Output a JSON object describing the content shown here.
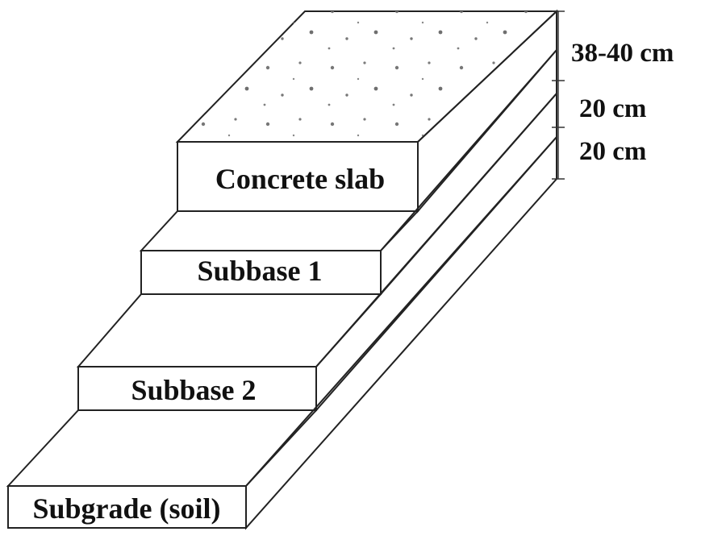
{
  "layers": {
    "concrete_slab": "Concrete slab",
    "subbase_1": "Subbase 1",
    "subbase_2": "Subbase 2",
    "subgrade": "Subgrade (soil)"
  },
  "dimensions": {
    "concrete_slab": "38-40 cm",
    "subbase_1": "20 cm",
    "subbase_2": "20 cm"
  },
  "colors": {
    "concrete_top": "#b5b5b5",
    "concrete_side": "#9d9d9d",
    "concrete_front": "#a9a9a9",
    "subbase1_fill": "#f4f4f4",
    "subbase2_fill": "#f2f2f2",
    "subgrade_fill": "#f6f6f6",
    "outline": "#222222"
  }
}
